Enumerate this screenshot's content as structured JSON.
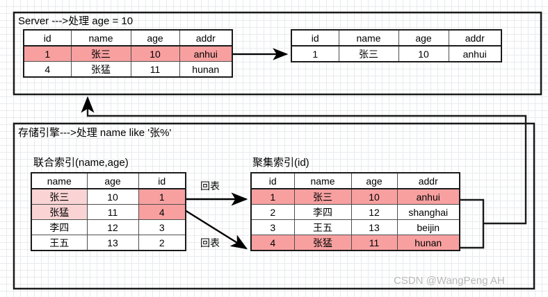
{
  "diagram": {
    "server_box": {
      "label": "Server --->处理 age = 10",
      "left_table": {
        "headers": [
          "id",
          "name",
          "age",
          "addr"
        ],
        "rows": [
          {
            "cells": [
              "1",
              "张三",
              "10",
              "anhui"
            ],
            "highlight": "full"
          },
          {
            "cells": [
              "4",
              "张猛",
              "11",
              "hunan"
            ],
            "highlight": "none"
          }
        ]
      },
      "right_table": {
        "headers": [
          "id",
          "name",
          "age",
          "addr"
        ],
        "rows": [
          {
            "cells": [
              "1",
              "张三",
              "10",
              "anhui"
            ],
            "highlight": "none"
          }
        ]
      }
    },
    "engine_box": {
      "label": "存储引擎--->处理 name like '张%'",
      "secondary_index": {
        "title": "联合索引(name,age)",
        "headers": [
          "name",
          "age",
          "id"
        ],
        "rows": [
          {
            "cells": [
              "张三",
              "10",
              "1"
            ]
          },
          {
            "cells": [
              "张猛",
              "11",
              "4"
            ]
          },
          {
            "cells": [
              "李四",
              "12",
              "3"
            ]
          },
          {
            "cells": [
              "王五",
              "13",
              "2"
            ]
          }
        ]
      },
      "clustered_index": {
        "title": "聚集索引(id)",
        "headers": [
          "id",
          "name",
          "age",
          "addr"
        ],
        "rows": [
          {
            "cells": [
              "1",
              "张三",
              "10",
              "anhui"
            ],
            "highlight": "full"
          },
          {
            "cells": [
              "2",
              "李四",
              "12",
              "shanghai"
            ],
            "highlight": "none"
          },
          {
            "cells": [
              "3",
              "王五",
              "13",
              "beijin"
            ],
            "highlight": "none"
          },
          {
            "cells": [
              "4",
              "张猛",
              "11",
              "hunan"
            ],
            "highlight": "full"
          }
        ]
      },
      "edge_labels": {
        "lookup_top": "回表",
        "lookup_bottom": "回表"
      }
    },
    "watermark": "CSDN @WangPeng AH",
    "colors": {
      "highlight": "#f8a0a0",
      "highlight_light": "#fad4d4",
      "stroke": "#1a1a1a",
      "grid": "#e8eaec"
    }
  }
}
